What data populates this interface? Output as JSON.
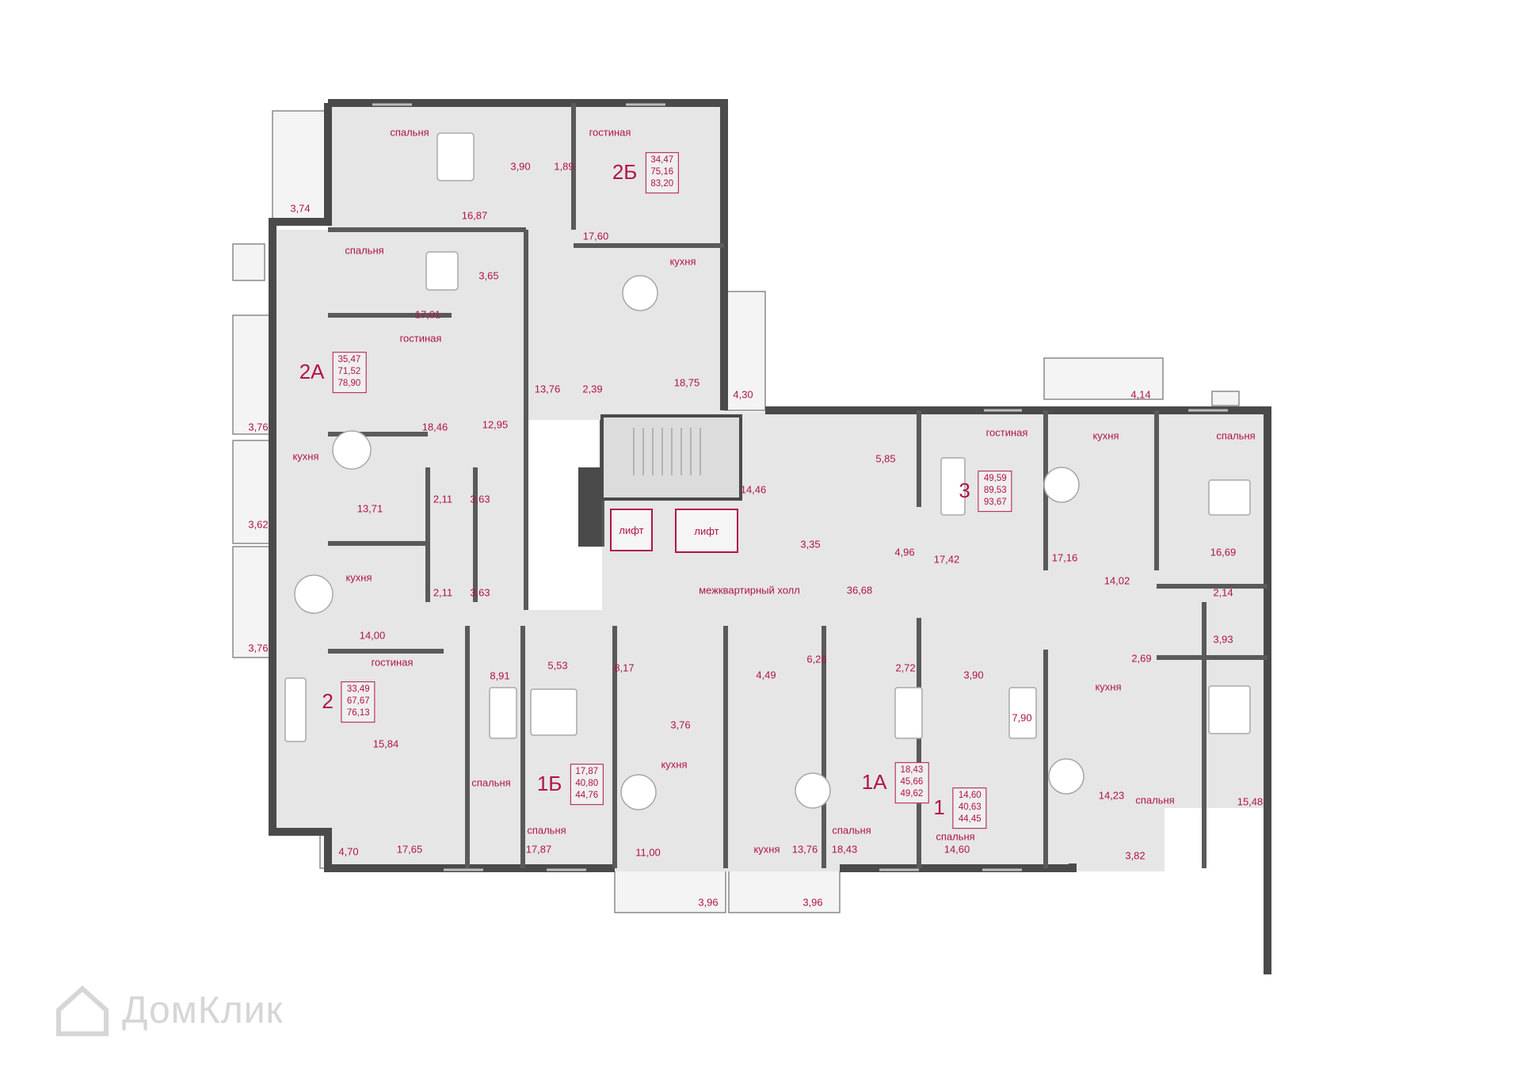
{
  "colors": {
    "label": "#b0134a",
    "wall": "#4a4a4a",
    "floor": "#e6e6e6",
    "balcony": "#f4f4f4",
    "furniture": "#a8a8a8"
  },
  "apartments": [
    {
      "id": "2Б",
      "living": "34,47",
      "total": "75,16",
      "total_with_balcony": "83,20"
    },
    {
      "id": "2А",
      "living": "35,47",
      "total": "71,52",
      "total_with_balcony": "78,90"
    },
    {
      "id": "2",
      "living": "33,49",
      "total": "67,67",
      "total_with_balcony": "76,13"
    },
    {
      "id": "1Б",
      "living": "17,87",
      "total": "40,80",
      "total_with_balcony": "44,76"
    },
    {
      "id": "1А",
      "living": "18,43",
      "total": "45,66",
      "total_with_balcony": "49,62"
    },
    {
      "id": "1",
      "living": "14,60",
      "total": "40,63",
      "total_with_balcony": "44,45"
    },
    {
      "id": "3",
      "living": "49,59",
      "total": "89,53",
      "total_with_balcony": "93,67"
    }
  ],
  "room_names": {
    "bedroom": "спальня",
    "living_room": "гостиная",
    "kitchen": "кухня",
    "hall": "межквартирный холл",
    "lift": "лифт"
  },
  "areas": [
    "3,74",
    "16,87",
    "3,90",
    "1,89",
    "17,60",
    "3,65",
    "17,01",
    "18,75",
    "4,30",
    "13,76",
    "2,39",
    "3,76",
    "18,46",
    "12,95",
    "5,85",
    "14,46",
    "3,62",
    "13,71",
    "2,11",
    "3,63",
    "3,35",
    "4,96",
    "17,42",
    "17,16",
    "16,69",
    "4,14",
    "14,02",
    "2,14",
    "36,68",
    "3,76",
    "14,00",
    "2,11",
    "3,63",
    "8,91",
    "5,53",
    "8,17",
    "6,26",
    "2,72",
    "3,90",
    "2,69",
    "3,93",
    "15,84",
    "3,76",
    "4,49",
    "7,90",
    "14,23",
    "15,48",
    "4,70",
    "17,65",
    "17,87",
    "11,00",
    "13,76",
    "18,43",
    "14,60",
    "3,82",
    "3,96",
    "3,96"
  ],
  "watermark": "ДомКлик"
}
